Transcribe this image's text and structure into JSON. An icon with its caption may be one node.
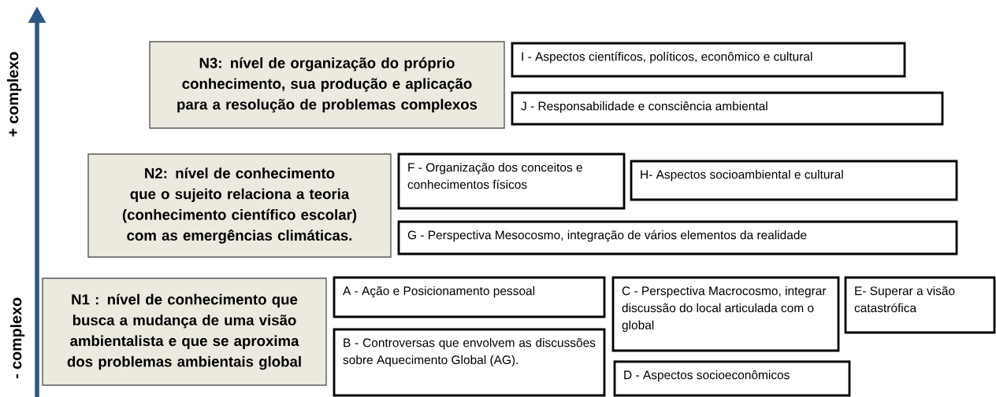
{
  "diagram": {
    "nodes": [
      {
        "text": [
          "N3: nível de organização do próprio conhecimento, sua produção e aplicação para a resolução de problemas complexos"
        ]
      },
      {
        "text": [
          "I - Aspectos científicos, políticos, econômico e cultural"
        ]
      },
      {
        "text": [
          "J -  Responsabilidade e consciência ambiental"
        ]
      },
      {
        "text": [
          "N2: nível de conhecimento que o sujeito relaciona a teoria (conhecimento científico escolar) com as emergências climáticas."
        ]
      },
      {
        "text": [
          "F - Organização dos conceitos e conhecimentos físicos"
        ]
      },
      {
        "text": [
          "H- Aspectos socioambiental e cultural"
        ]
      },
      {
        "text": [
          "G - Perspectiva Mesocosmo, integração de vários elementos da realidade"
        ]
      },
      {
        "text": [
          "N1 : nível de conhecimento que busca a mudança de uma visão ambientalista e que se aproxima dos problemas ambientais global"
        ]
      },
      {
        "text": [
          "A - Ação e Posicionamento pessoal"
        ]
      },
      {
        "text": [
          "B - Controversas que envolvem as discussões sobre Aquecimento Global (AG)."
        ]
      },
      {
        "text": [
          "C - Perspectiva Macrocosmo, integrar discussão do local articulada com o global"
        ]
      },
      {
        "text": [
          "E- Superar a visão catastrófica"
        ]
      },
      {
        "text": [
          "D - Aspectos socioeconômicos"
        ]
      }
    ],
    "labels": [
      "+ complexo",
      "- complexo"
    ]
  }
}
